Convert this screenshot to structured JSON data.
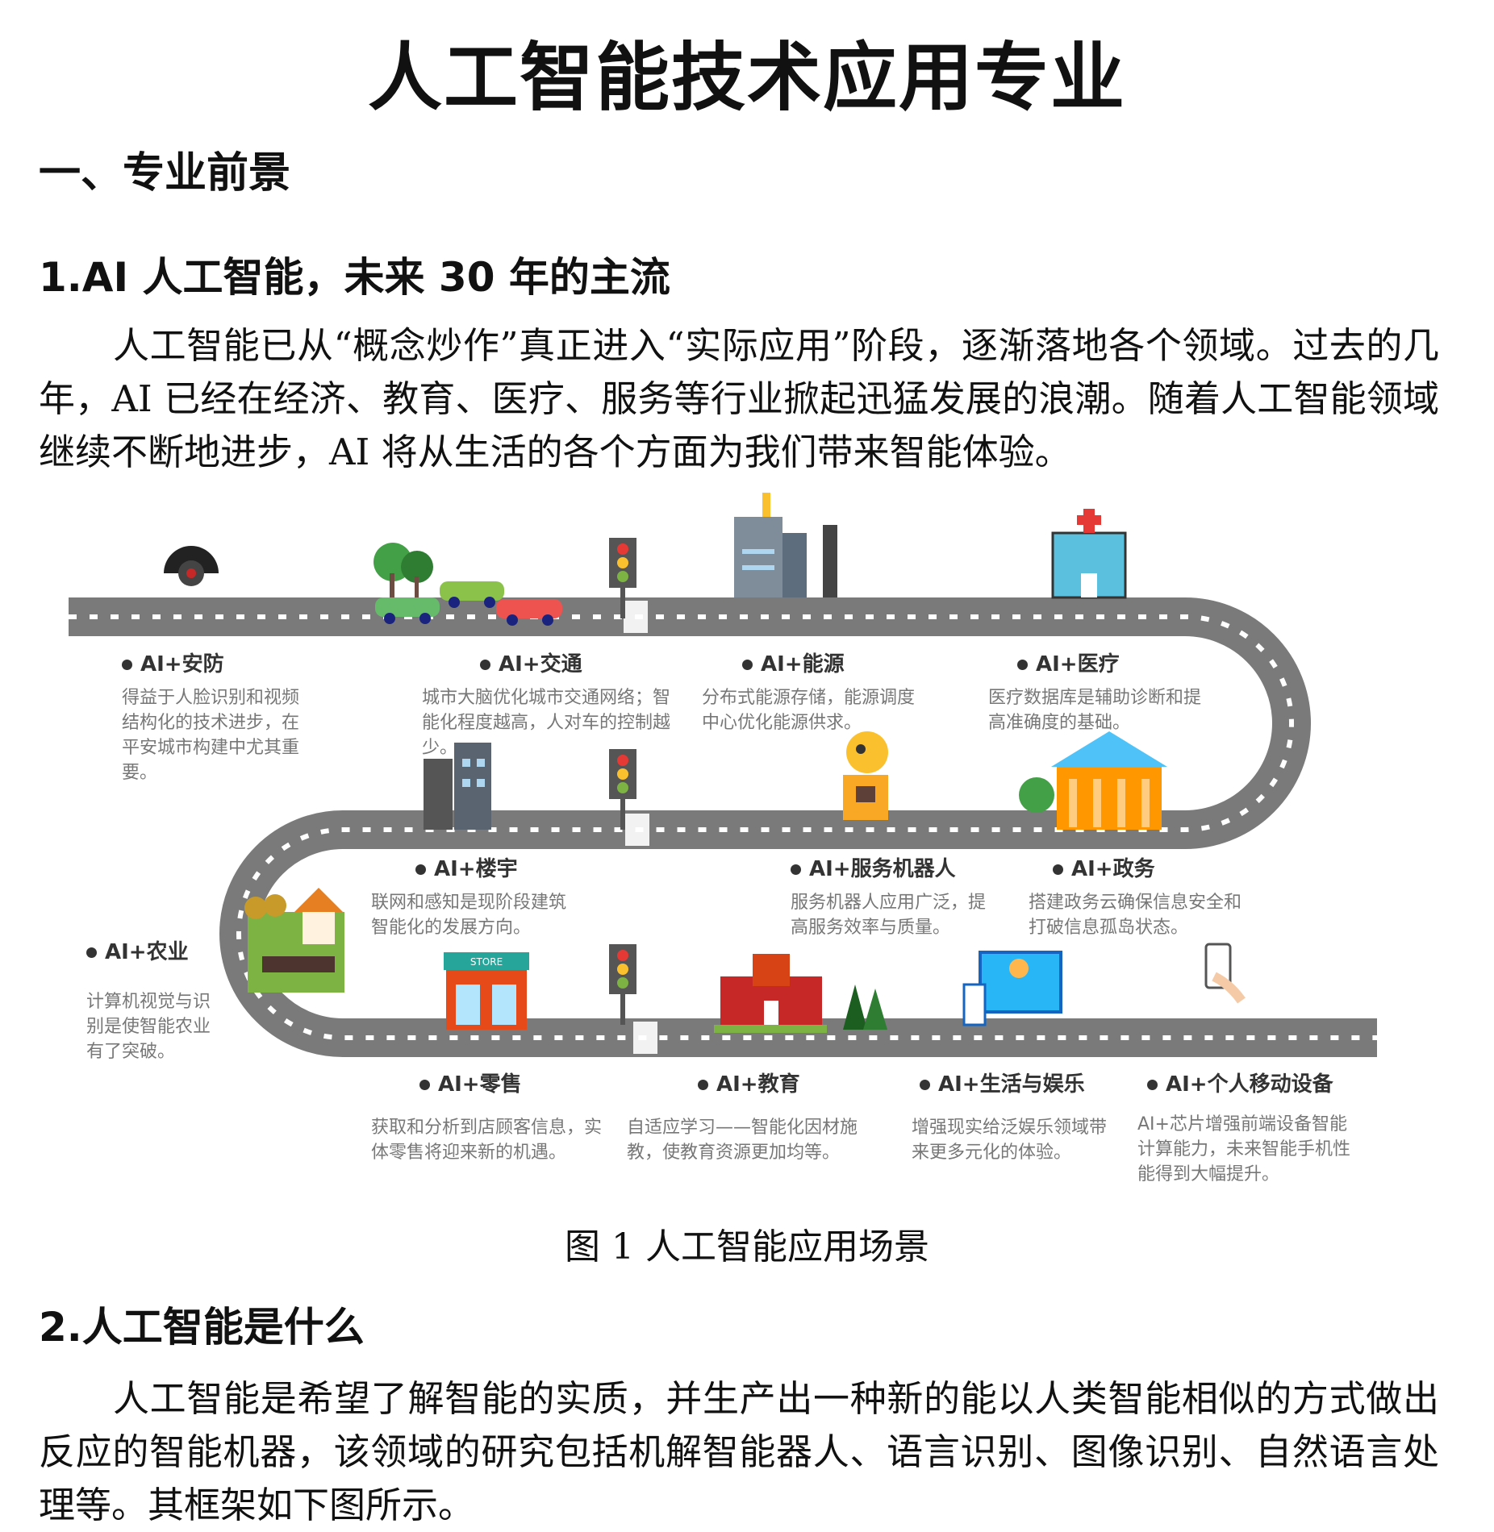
{
  "title": "人工智能技术应用专业",
  "section1": "一、专业前景",
  "sub1": "1.AI 人工智能，未来 30 年的主流",
  "para1": "人工智能已从“概念炒作”真正进入“实际应用”阶段，逐渐落地各个领域。过去的几年，AI 已经在经济、教育、医疗、服务等行业掀起迅猛发展的浪潮。随着人工智能领域继续不断地进步，AI 将从生活的各个方面为我们带来智能体验。",
  "figure": {
    "caption": "图 1  人工智能应用场景",
    "road_color": "#7a7a7a",
    "items": [
      {
        "label": "AI+安防",
        "desc": "得益于人脸识别和视频结构化的技术进步，在平安城市构建中尤其重要。"
      },
      {
        "label": "AI+交通",
        "desc": "城市大脑优化城市交通网络；智能化程度越高，人对车的控制越少。"
      },
      {
        "label": "AI+能源",
        "desc": "分布式能源存储，能源调度中心优化能源供求。"
      },
      {
        "label": "AI+医疗",
        "desc": "医疗数据库是辅助诊断和提高准确度的基础。"
      },
      {
        "label": "AI+楼宇",
        "desc": "联网和感知是现阶段建筑智能化的发展方向。"
      },
      {
        "label": "AI+服务机器人",
        "desc": "服务机器人应用广泛，提高服务效率与质量。"
      },
      {
        "label": "AI+政务",
        "desc": "搭建政务云确保信息安全和打破信息孤岛状态。"
      },
      {
        "label": "AI+农业",
        "desc": "计算机视觉与识别是使智能农业有了突破。"
      },
      {
        "label": "AI+零售",
        "desc": "获取和分析到店顾客信息，实体零售将迎来新的机遇。"
      },
      {
        "label": "AI+教育",
        "desc": "自适应学习——智能化因材施教，使教育资源更加均等。"
      },
      {
        "label": "AI+生活与娱乐",
        "desc": "增强现实给泛娱乐领域带来更多元化的体验。"
      },
      {
        "label": "AI+个人移动设备",
        "desc": "AI+芯片增强前端设备智能计算能力，未来智能手机性能得到大幅提升。"
      }
    ],
    "store_sign": "STORE"
  },
  "sub2": "2.人工智能是什么",
  "para2": "人工智能是希望了解智能的实质，并生产出一种新的能以人类智能相似的方式做出反应的智能机器，该领域的研究包括机解智能器人、语言识别、图像识别、自然语言处理等。其框架如下图所示。"
}
